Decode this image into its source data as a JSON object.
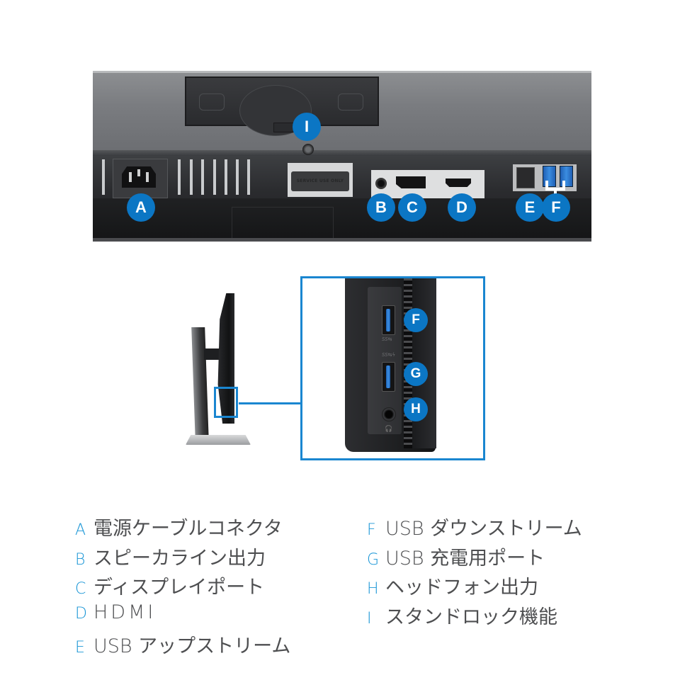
{
  "colors": {
    "accent": "#0b76c4",
    "highlight_border": "#1a86d0",
    "legend_letter": "#1a96d6",
    "legend_text": "#4e4f51"
  },
  "rear_panel": {
    "service_label": "SERVICE USE ONLY",
    "badges": [
      "I",
      "A",
      "B",
      "C",
      "D",
      "E",
      "F"
    ]
  },
  "side_view": {
    "badges": [
      "F",
      "G",
      "H"
    ],
    "usb_logo_1": "SS⇆",
    "usb_logo_2": "SS⇆ϟ",
    "headphone_icon": "headphone-icon"
  },
  "legend": {
    "left": [
      {
        "letter": "A",
        "text": "電源ケーブルコネクタ"
      },
      {
        "letter": "B",
        "text": "スピーカライン出力"
      },
      {
        "letter": "C",
        "text": "ディスプレイポート"
      },
      {
        "letter": "D",
        "text": "HDMI"
      },
      {
        "letter": "E",
        "text": "USB アップストリーム"
      }
    ],
    "right": [
      {
        "letter": "F",
        "text": "USB ダウンストリーム"
      },
      {
        "letter": "G",
        "text": "USB 充電用ポート"
      },
      {
        "letter": "H",
        "text": "ヘッドフォン出力"
      },
      {
        "letter": "I",
        "text": "スタンドロック機能"
      }
    ]
  }
}
